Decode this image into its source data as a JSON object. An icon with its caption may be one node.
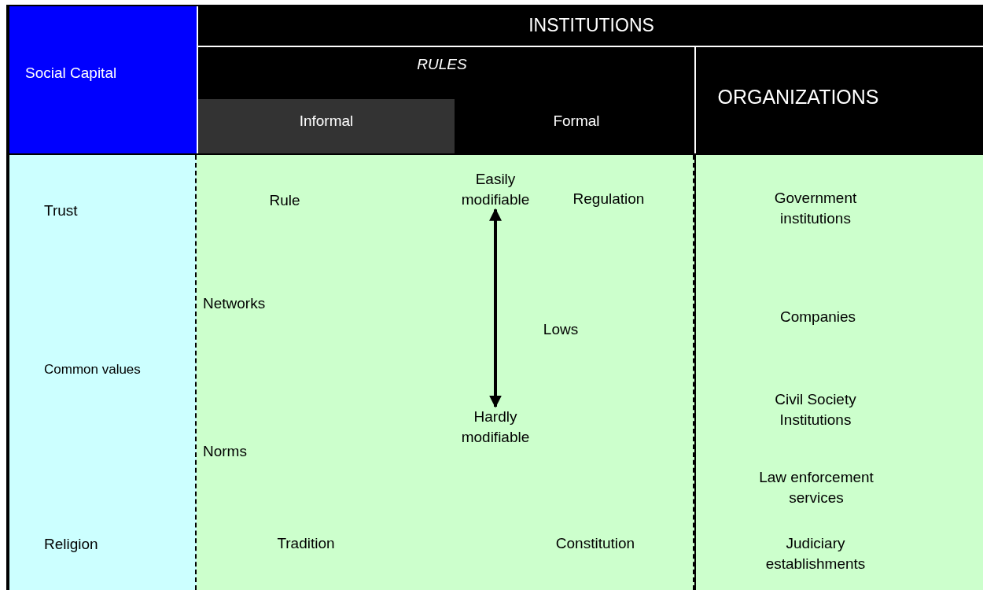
{
  "diagram": {
    "nodes": [
      {
        "text": [
          "Social Capital"
        ]
      },
      {
        "text": [
          "INSTITUTIONS"
        ]
      },
      {
        "text": [
          "RULES"
        ]
      },
      {
        "text": [
          "Informal"
        ]
      },
      {
        "text": [
          "Formal"
        ]
      },
      {
        "text": [
          "ORGANIZATIONS"
        ]
      },
      {
        "text": [
          "Trust",
          "Common values",
          "Religion"
        ]
      },
      {
        "text": [
          "Rule",
          "Regulation",
          "Networks",
          "Lows",
          "Norms",
          "Tradition",
          "Constitution"
        ]
      },
      {
        "text": [
          "Easily modifiable"
        ],
        "in": 7
      },
      {
        "text": [
          "Hardly modifiable"
        ],
        "in": 7
      },
      {
        "text": [
          "Government institutions",
          "Companies",
          "Civil Society Institutions",
          "Law enforcement services",
          "Judiciary establishments"
        ]
      }
    ],
    "edges": [
      {
        "from": 8,
        "to": 9,
        "arrow": "both"
      }
    ]
  }
}
